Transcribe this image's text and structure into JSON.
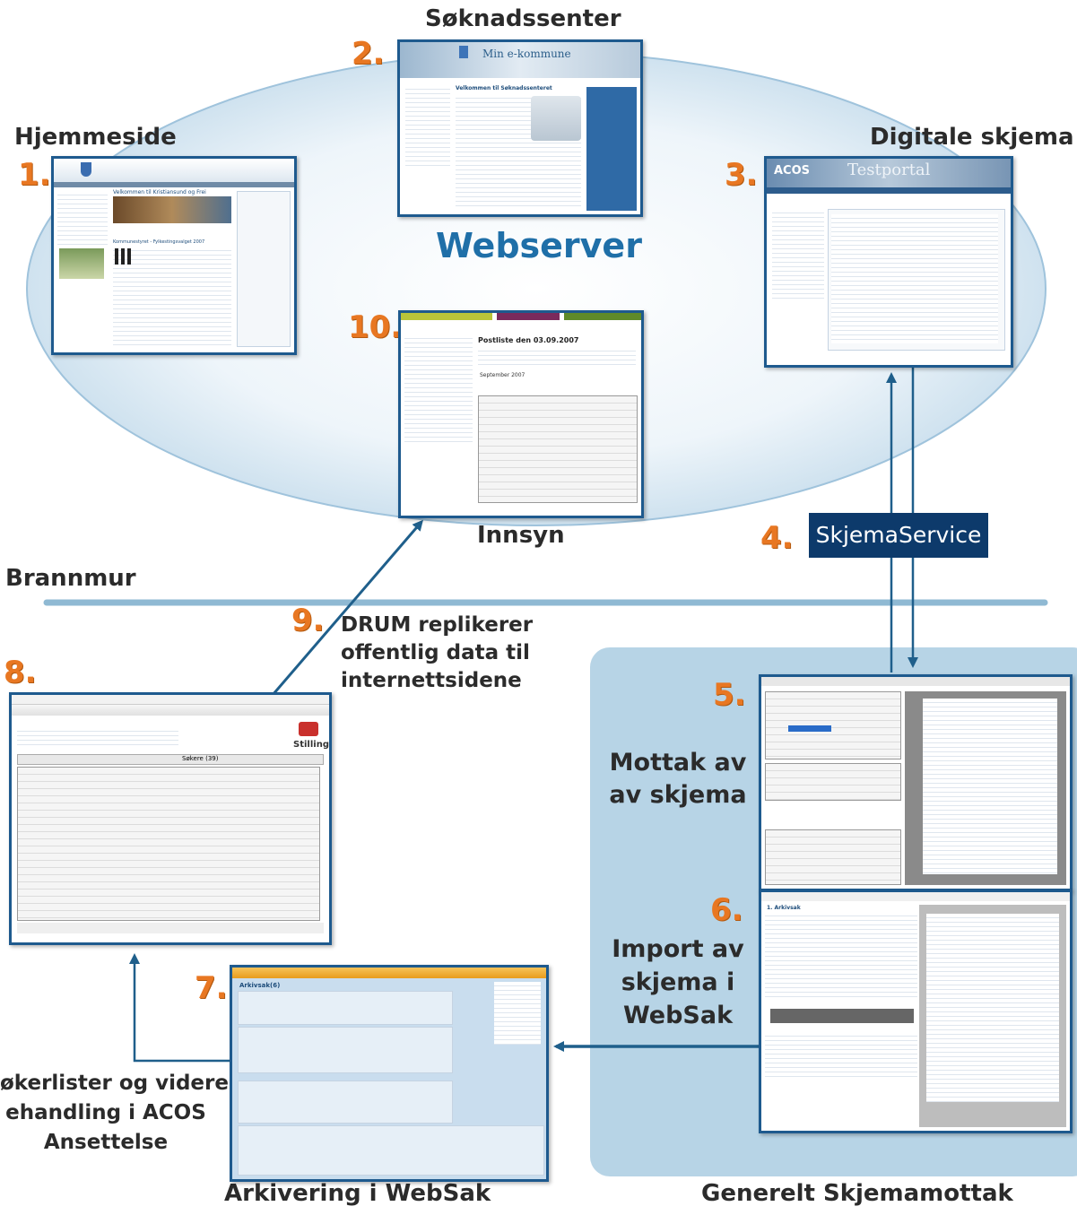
{
  "labels": {
    "soknadssenter": "Søknadssenter",
    "hjemmeside": "Hjemmeside",
    "digitale_skjema": "Digitale skjema",
    "webserver": "Webserver",
    "innsyn": "Innsyn",
    "brannmur": "Brannmur",
    "skjemaservice": "SkjemaService",
    "drum_line1": "DRUM replikerer",
    "drum_line2": "offentlig data til",
    "drum_line3": "internettsidene",
    "mottak_line1": "Mottak av",
    "mottak_line2": "av skjema",
    "import_line1": "Import av",
    "import_line2": "skjema i",
    "import_line3": "WebSak",
    "soker_line1": "økerlister og videre",
    "soker_line2": "ehandling i ACOS",
    "soker_line3": "Ansettelse",
    "arkivering": "Arkivering i WebSak",
    "generelt": "Generelt Skjemamottak"
  },
  "numbers": [
    "1.",
    "2.",
    "3.",
    "4.",
    "5.",
    "6.",
    "7.",
    "8.",
    "9.",
    "10."
  ],
  "screens": {
    "s2_title": "Min e-kommune",
    "s2_heading": "Velkommen til Søknadssenteret",
    "s3_title": "Testportal",
    "s3_logo": "ACOS",
    "s1_heading": "Velkommen til Kristiansund og Frei",
    "s1_sub": "Kommunestyret - Fylkestingsvalget 2007",
    "s10_heading": "Postliste den 03.09.2007",
    "s10_calendar": "September 2007",
    "s8_app": "Stilling",
    "s8_tab": "Søkere (39)",
    "s7_section": "Arkivsak(6)",
    "s6_section": "1. Arkivsak"
  },
  "colors": {
    "accent_orange": "#e87722",
    "webserver_blue": "#1f6fa8",
    "frame_blue": "#1e5a8e",
    "skjemaservice_bg": "#0d3a6b",
    "firewall": "#8fb9d3",
    "panel": "#b7d4e6"
  }
}
